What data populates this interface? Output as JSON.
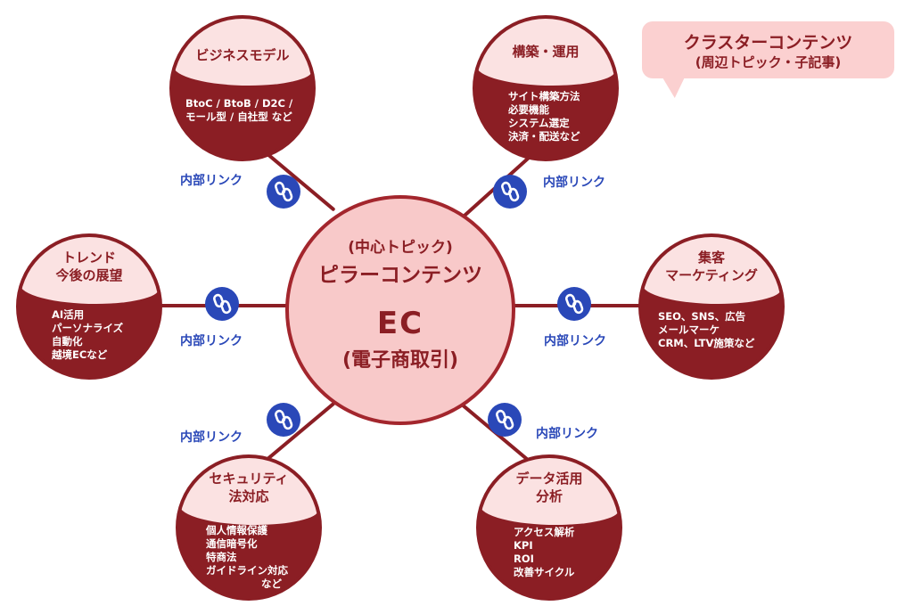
{
  "bubble": {
    "title": "クラスターコンテンツ",
    "subtitle": "(周辺トピック・子記事)"
  },
  "center": {
    "subtitle": "(中心トピック)",
    "title": "ピラーコンテンツ",
    "ec": "EC",
    "ec_sub": "(電子商取引)"
  },
  "link_label": "内部リンク",
  "link_icon": "chain-link-icon",
  "colors": {
    "dark_red": "#8b1e24",
    "light_pink": "#fbe2e2",
    "center_fill": "#f8c9c9",
    "link_blue": "#2a48b8"
  },
  "clusters": {
    "business": {
      "title_line1": "ビジネスモデル",
      "items": [
        "BtoC / BtoB / D2C /",
        "モール型 / 自社型 など"
      ]
    },
    "construction": {
      "title_line1": "構築・運用",
      "items": [
        "サイト構築方法",
        "必要機能",
        "システム選定",
        "決済・配送など"
      ]
    },
    "trend": {
      "title_line1": "トレンド",
      "title_line2": "今後の展望",
      "items": [
        "AI活用",
        "パーソナライズ",
        "自動化",
        "越境ECなど"
      ]
    },
    "marketing": {
      "title_line1": "集客",
      "title_line2": "マーケティング",
      "items": [
        "SEO、SNS、広告",
        "メールマーケ",
        "CRM、LTV施策など"
      ]
    },
    "security": {
      "title_line1": "セキュリティ",
      "title_line2": "法対応",
      "items": [
        "個人情報保護",
        "通信暗号化",
        "特商法",
        "ガイドライン対応",
        "など"
      ]
    },
    "data": {
      "title_line1": "データ活用",
      "title_line2": "分析",
      "items": [
        "アクセス解析",
        "KPI",
        "ROI",
        "改善サイクル"
      ]
    }
  }
}
